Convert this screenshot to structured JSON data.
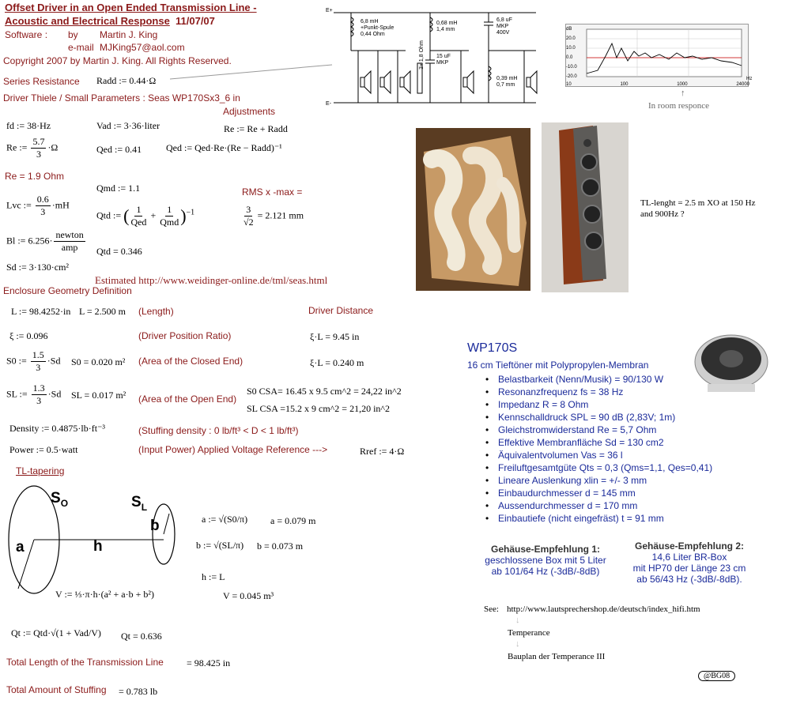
{
  "header": {
    "title_line1": "Offset Driver in an Open Ended Transmission Line -",
    "title_line2": "Acoustic and Electrical Response",
    "date": "11/07/07",
    "software_label": "Software :",
    "by": "by",
    "author": "Martin J. King",
    "email_label": "e-mail",
    "email": "MJKing57@aol.com",
    "copyright": "Copyright 2007 by Martin J. King. All Rights Reserved."
  },
  "series_resistance": {
    "label": "Series Resistance",
    "eq": "Radd := 0.44·Ω"
  },
  "driver_params": {
    "label": "Driver Thiele / Small Parameters : Seas WP170Sx3_6 in",
    "adjustments": "Adjustments",
    "fd": "fd := 38·Hz",
    "vad": "Vad := 3·36·liter",
    "re_eq": "Re := Re + Radd",
    "re_def": "Re := ",
    "re_num": "5.7",
    "re_den": "3",
    "re_unit": "·Ω",
    "qed": "Qed := 0.41",
    "qed_eq": "Qed := Qed·Re·(Re − Radd)⁻¹",
    "re_ohm": "Re = 1.9 Ohm",
    "qmd": "Qmd := 1.1",
    "rms": "RMS x -max =",
    "lvc_def": "Lvc := ",
    "lvc_num": "0.6",
    "lvc_den": "3",
    "lvc_unit": "·mH",
    "qtd_def": "Qtd := ",
    "qtd_one": "1",
    "qtd_qed": "Qed",
    "qtd_qmd": "Qmd",
    "qtd_exp": "−1",
    "rms_num": "3",
    "rms_den": "√2",
    "rms_val": "= 2.121   mm",
    "bl_def": "Bl := 6.256·",
    "bl_num": "newton",
    "bl_den": "amp",
    "qtd_val": "Qtd = 0.346",
    "sd": "Sd := 3·130·cm²",
    "estimated": "Estimated http://www.weidinger-online.de/tml/seas.html"
  },
  "enclosure": {
    "label": "Enclosure Geometry Definition",
    "L_def": "L := 98.4252·in",
    "L_val": "L = 2.500 m",
    "length": "(Length)",
    "driver_distance": "Driver Distance",
    "xi_def": "ξ := 0.096",
    "ratio": "(Driver Position Ratio)",
    "xiL_in": "ξ·L = 9.45 in",
    "s0_def": "S0 := ",
    "s0_num": "1.5",
    "s0_den": "3",
    "s0_sd": "·Sd",
    "s0_val": "S0 = 0.020 m²",
    "closed_end": "(Area of the Closed End)",
    "xiL_m": "ξ·L = 0.240 m",
    "sl_def": "SL := ",
    "sl_num": "1.3",
    "sl_den": "3",
    "sl_sd": "·Sd",
    "sl_val": "SL = 0.017 m²",
    "open_end": "(Area of the Open End)",
    "s0_csa": "S0 CSA= 16.45 x 9.5 cm^2  =   24,22   in^2",
    "sl_csa": "SL CSA =15.2 x 9 cm^2  =   21,20    in^2",
    "density": "Density := 0.4875·lb·ft⁻³",
    "stuffing": "(Stuffing density : 0 lb/ft³ < D < 1 lb/ft³)",
    "power": "Power := 0.5·watt",
    "input_power": "(Input Power)   Applied Voltage Reference --->",
    "rref": "Rref := 4·Ω"
  },
  "tapering": {
    "label": "TL-tapering",
    "S0": "S",
    "S0_sub": "O",
    "SL": "S",
    "SL_sub": "L",
    "a": "a",
    "b": "b",
    "h": "h",
    "a_def": "a := √(S0/π)",
    "a_val": "a = 0.079 m",
    "b_def": "b := √(SL/π)",
    "b_val": "b = 0.073 m",
    "h_def": "h := L",
    "v_def": "V := ⅓·π·h·(a² + a·b + b²)",
    "v_val": "V = 0.045 m³",
    "qt_def": "Qt := Qtd·√(1 + Vad/V)",
    "qt_val": "Qt = 0.636"
  },
  "totals": {
    "length_label": "Total Length of the Transmission Line",
    "length_val": "= 98.425 in",
    "stuffing_label": "Total Amount of Stuffing",
    "stuffing_val": "= 0.783 lb"
  },
  "schematic": {
    "e_plus": "E+",
    "e_minus": "E-",
    "l1": "6,8 mH",
    "l1b": "+Punkt-Spule",
    "l1c": "0,44 Ohm",
    "l2": "0,68 mH",
    "l2b": "1,4 mm",
    "c1": "6,8 uF",
    "c1b": "MKP",
    "c1c": "400V",
    "c2": "15 uF",
    "c2b": "MKP",
    "r1": "3× 1,8 Ohm",
    "l3": "0,39 mH",
    "l3b": "0,7 mm"
  },
  "graph": {
    "caption": "In room responce",
    "x_ticks": [
      "10",
      "100",
      "1000",
      "24000"
    ],
    "y_ticks": [
      "dB",
      "20.0",
      "10.0",
      "0.0",
      "-10.0",
      "-20.0"
    ],
    "hz": "Hz"
  },
  "photo_note": {
    "line1": "TL-lenght = 2.5 m   XO at 150 Hz",
    "line2": "and 900Hz ?"
  },
  "product": {
    "name": "WP170S",
    "subtitle": "16 cm Tieftöner mit Polypropylen-Membran",
    "specs": [
      "Belastbarkeit (Nenn/Musik) = 90/130 W",
      "Resonanzfrequenz fs = 38 Hz",
      "Impedanz R = 8 Ohm",
      "Kennschalldruck SPL = 90 dB (2,83V; 1m)",
      "Gleichstromwiderstand Re = 5,7 Ohm",
      "Effektive Membranfläche Sd = 130 cm2",
      "Äquivalentvolumen Vas = 36 l",
      "Freiluftgesamtgüte Qts = 0,3 (Qms=1,1, Qes=0,41)",
      "Lineare Auslenkung xlin = +/- 3 mm",
      "Einbaudurchmesser d = 145 mm",
      "Aussendurchmesser d = 170 mm",
      "Einbautiefe (nicht eingefräst) t = 91 mm"
    ],
    "rec1_title": "Gehäuse-Empfehlung 1:",
    "rec1_l1": "geschlossene Box mit 5 Liter",
    "rec1_l2": "ab 101/64 Hz (-3dB/-8dB)",
    "rec2_title": "Gehäuse-Empfehlung 2:",
    "rec2_l1": "14,6 Liter BR-Box",
    "rec2_l2": "mit HP70 der Länge 23 cm",
    "rec2_l3": "ab 56/43 Hz (-3dB/-8dB).",
    "see": "See:",
    "url": "http://www.lautsprechershop.de/deutsch/index_hifi.htm",
    "temperance": "Temperance",
    "bauplan": "Bauplan der Temperance III",
    "badge": "@BG08"
  }
}
